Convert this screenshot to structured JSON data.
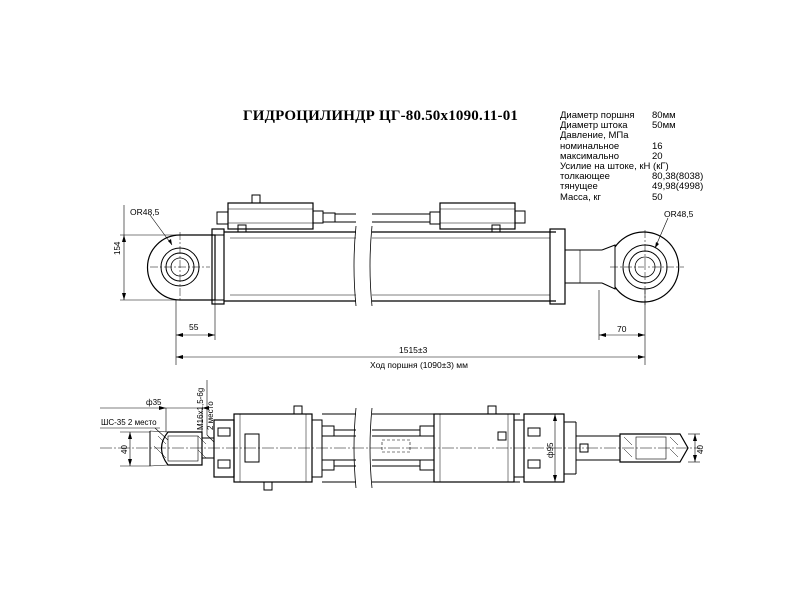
{
  "title": "ГИДРОЦИЛИНДР ЦГ-80.50х1090.11-01",
  "specs": [
    {
      "label": "Диаметр поршня",
      "value": "80мм"
    },
    {
      "label": "Диаметр штока",
      "value": "50мм"
    },
    {
      "label": "Давление, МПа",
      "value": ""
    },
    {
      "label": "номинальное",
      "value": "16"
    },
    {
      "label": "максимально",
      "value": "20"
    },
    {
      "label": "Усилие на штоке, кН (кГ)",
      "value": ""
    },
    {
      "label": "толкающее",
      "value": "80,38(8038)"
    },
    {
      "label": "тянущее",
      "value": "49,98(4998)"
    },
    {
      "label": "Масса, кг",
      "value": "50"
    }
  ],
  "dims": {
    "radius_left": "ОR48,5",
    "radius_right": "ОR48,5",
    "height": "154",
    "dim_55": "55",
    "dim_70": "70",
    "total_length": "1515±3",
    "stroke": "Ход поршня (1090±3) мм",
    "dia_35": "ф35",
    "thread": "М16х1,5-6g",
    "thread_qty": "2 место",
    "hinge": "ШС-35 2 место",
    "dim_40_left": "40",
    "dia_95": "ф95",
    "dim_40_right": "40"
  }
}
